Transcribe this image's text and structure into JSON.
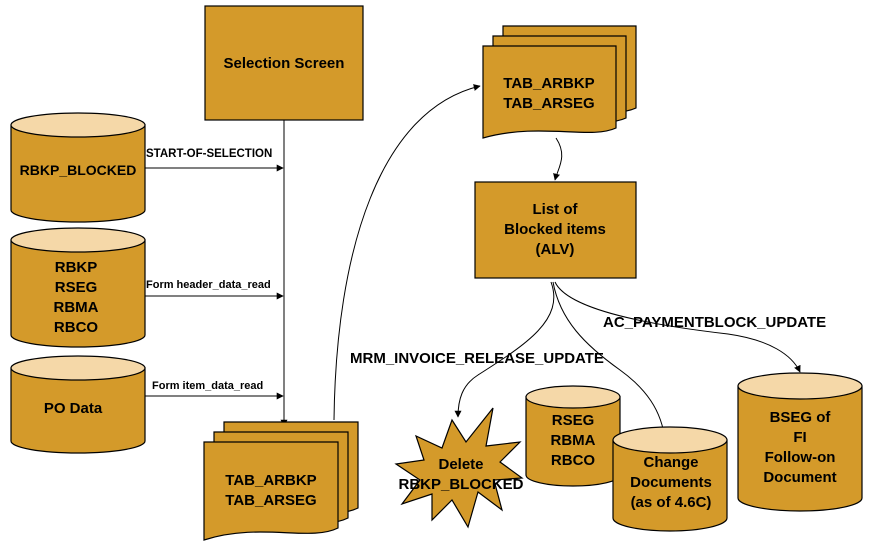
{
  "nodes": {
    "selection_screen": [
      "Selection Screen"
    ],
    "rbkp_blocked": [
      "RBKP_BLOCKED"
    ],
    "rbkp_group": [
      "RBKP",
      "RSEG",
      "RBMA",
      "RBCO"
    ],
    "po_data": [
      "PO Data"
    ],
    "docs_bottom": [
      "TAB_ARBKP",
      "TAB_ARSEG"
    ],
    "docs_top": [
      "TAB_ARBKP",
      "TAB_ARSEG"
    ],
    "alv_list": [
      "List of",
      "Blocked items",
      "(ALV)"
    ],
    "rseg_group": [
      "RSEG",
      "RBMA",
      "RBCO"
    ],
    "change_docs": [
      "Change",
      "Documents",
      "(as of 4.6C)"
    ],
    "bseg": [
      "BSEG of",
      "FI",
      "Follow-on",
      "Document"
    ],
    "delete": [
      "Delete",
      "RBKP_BLOCKED"
    ]
  },
  "edges": {
    "start_of_selection": "START-OF-SELECTION",
    "header_read": "Form header_data_read",
    "item_read": "Form item_data_read",
    "release_update": "MRM_INVOICE_RELEASE_UPDATE",
    "paymentblock_update": "AC_PAYMENTBLOCK_UPDATE"
  },
  "colors": {
    "fill": "#d49a2a",
    "cylinder_top": "#f5d8a8",
    "stroke": "#000000"
  }
}
